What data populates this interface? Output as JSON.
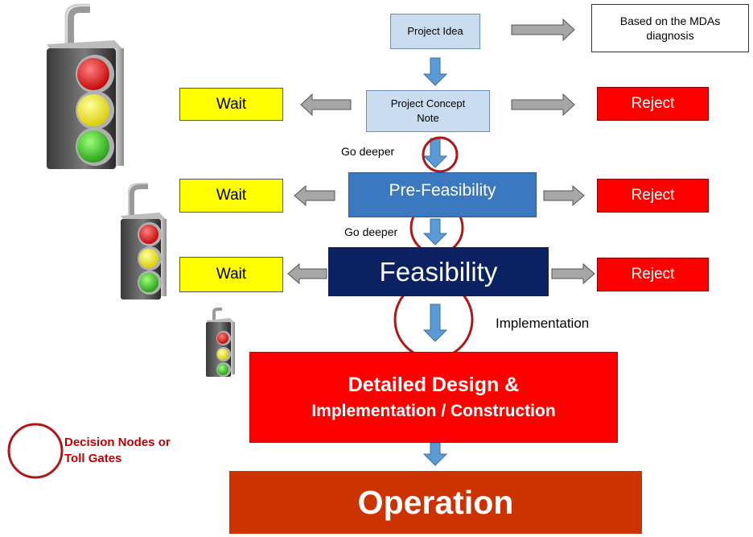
{
  "nodes": {
    "project_idea": "Project Idea",
    "mdas": "Based on the MDAs diagnosis",
    "concept_note": "Project Concept Note",
    "pre_feasibility": "Pre-Feasibility",
    "feasibility": "Feasibility",
    "detailed_line1": "Detailed Design &",
    "detailed_line2": "Implementation / Construction",
    "operation": "Operation"
  },
  "side": {
    "wait": "Wait",
    "reject": "Reject"
  },
  "labels": {
    "go_deeper": "Go deeper",
    "implementation": "Implementation"
  },
  "legend": {
    "line1": "Decision Nodes or",
    "line2": "Toll Gates"
  },
  "colors": {
    "decision_ring": "#b01818",
    "arrow_blue": "#5b9bd5",
    "arrow_gray": "#a6a6a6",
    "traffic_red": "#e01010",
    "traffic_yellow": "#f0e020",
    "traffic_green": "#30c020"
  }
}
